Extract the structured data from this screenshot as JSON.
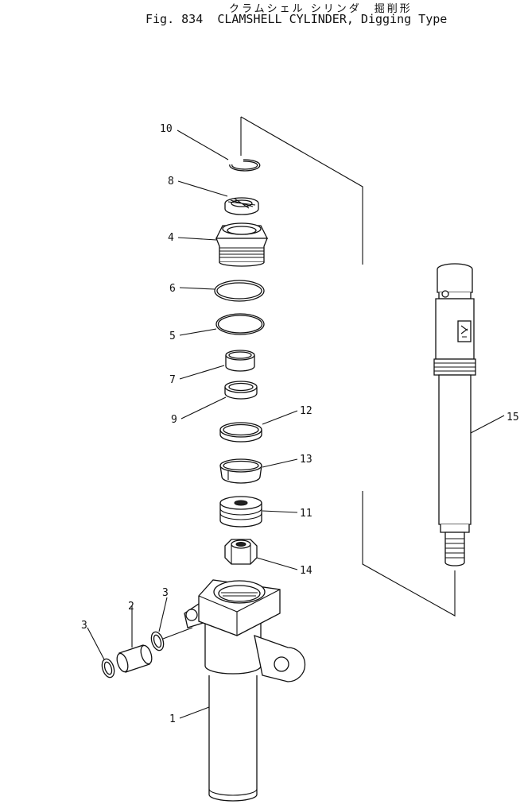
{
  "header": {
    "title_jp": "クラムシェル シリンダ　掘削形",
    "figure_label": "Fig. 834",
    "title_en": "CLAMSHELL CYLINDER, Digging Type"
  },
  "callouts": {
    "c1": "1",
    "c2": "2",
    "c3a": "3",
    "c3b": "3",
    "c4": "4",
    "c5": "5",
    "c6": "6",
    "c7": "7",
    "c8": "8",
    "c9": "9",
    "c10": "10",
    "c11": "11",
    "c12": "12",
    "c13": "13",
    "c14": "14",
    "c15": "15"
  }
}
